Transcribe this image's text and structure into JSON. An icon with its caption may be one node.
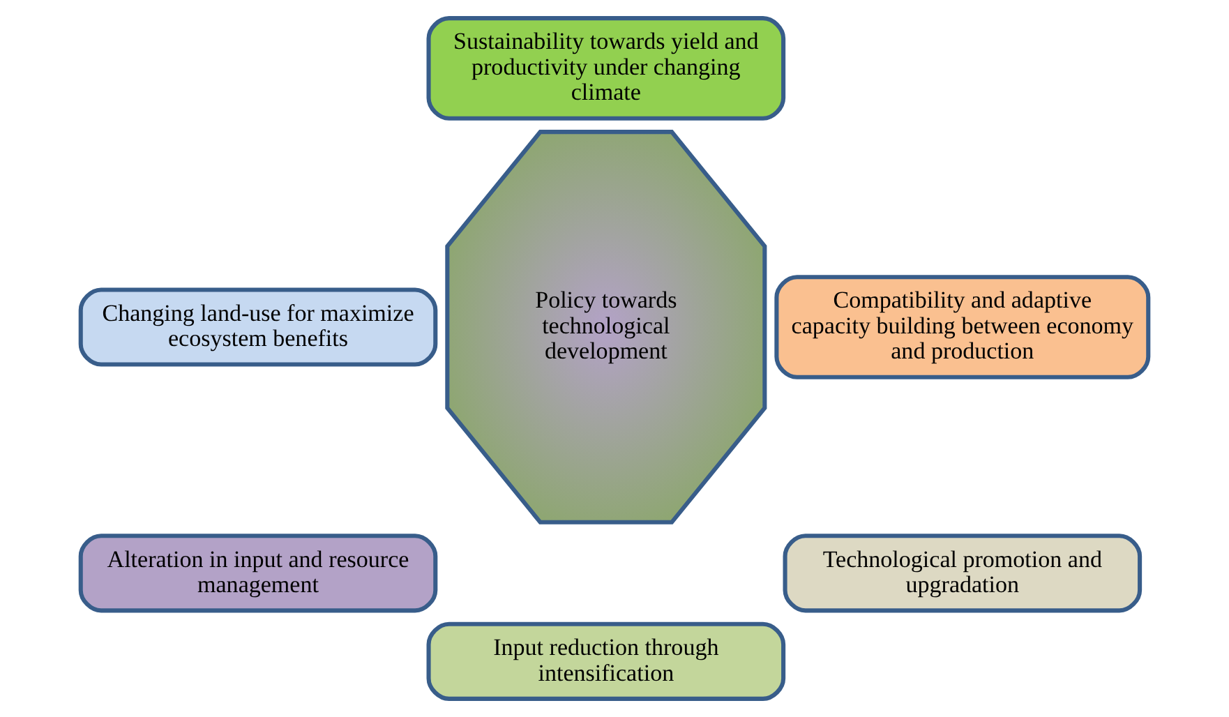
{
  "diagram": {
    "nodes": [
      {
        "text": [
          "Sustainability towards yield and productivity under changing climate"
        ]
      },
      {
        "text": [
          "Changing land-use for maximize ecosystem benefits"
        ]
      },
      {
        "text": [
          "Compatibility and adaptive capacity building between economy and production"
        ]
      },
      {
        "text": [
          "Policy towards technological development"
        ]
      },
      {
        "text": [
          "Alteration in input and resource management"
        ]
      },
      {
        "text": [
          "Technological promotion and upgradation"
        ]
      },
      {
        "text": [
          "Input reduction through intensification"
        ]
      }
    ]
  }
}
